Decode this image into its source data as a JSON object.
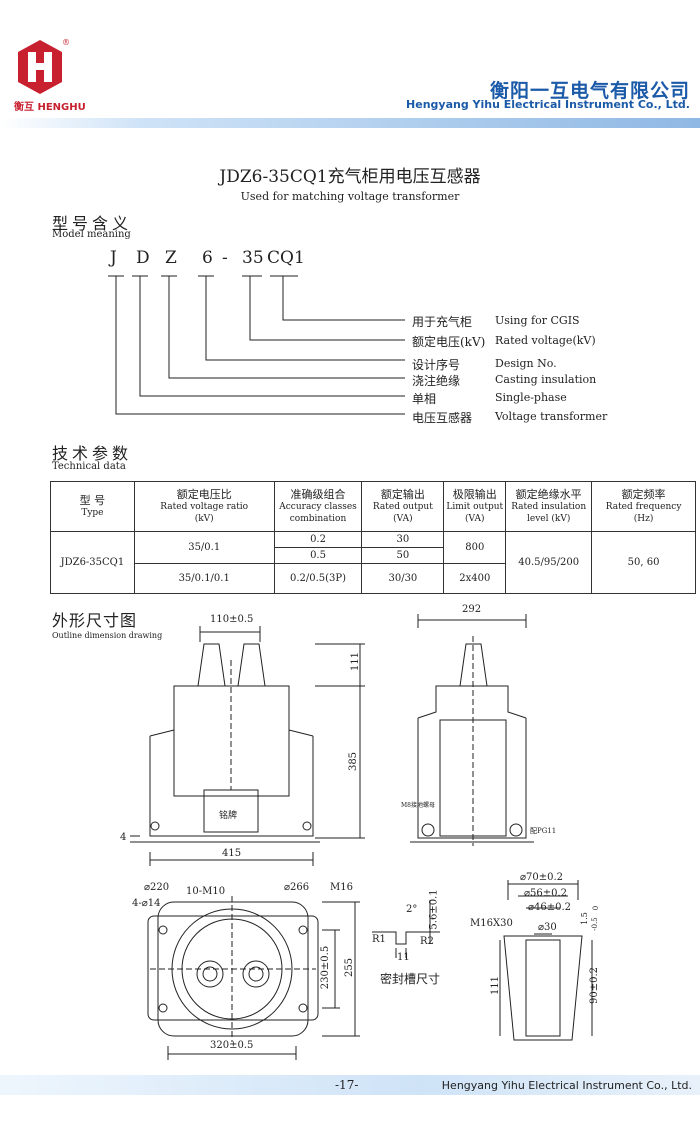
{
  "header": {
    "logo_text": "衡互 HENGHU",
    "logo_mark": "®",
    "company_cn": "衡阳一互电气有限公司",
    "company_en": "Hengyang Yihu Electrical Instrument Co., Ltd."
  },
  "title": {
    "main": "JDZ6-35CQ1充气柜用电压互感器",
    "sub": "Used for matching voltage transformer"
  },
  "model_meaning": {
    "heading_cn": "型号含义",
    "heading_en": "Model meaning",
    "code": [
      "J",
      "D",
      "Z",
      "6",
      "-",
      "35",
      "CQ1"
    ],
    "legend": [
      {
        "cn": "用于充气柜",
        "en": "Using for CGIS"
      },
      {
        "cn": "额定电压(kV)",
        "en": "Rated voltage(kV)"
      },
      {
        "cn": "设计序号",
        "en": "Design No."
      },
      {
        "cn": "浇注绝缘",
        "en": "Casting insulation"
      },
      {
        "cn": "单相",
        "en": "Single-phase"
      },
      {
        "cn": "电压互感器",
        "en": "Voltage transformer"
      }
    ]
  },
  "technical_data": {
    "heading_cn": "技术参数",
    "heading_en": "Technical data",
    "headers": [
      {
        "cn": "型 号",
        "en": "Type",
        "unit": ""
      },
      {
        "cn": "额定电压比",
        "en": "Rated voltage ratio",
        "unit": "(kV)"
      },
      {
        "cn": "准确级组合",
        "en": "Accuracy classes",
        "unit": "combination"
      },
      {
        "cn": "额定输出",
        "en": "Rated output",
        "unit": "(VA)"
      },
      {
        "cn": "极限输出",
        "en": "Limit output",
        "unit": "(VA)"
      },
      {
        "cn": "额定绝缘水平",
        "en": "Rated insulation",
        "unit": "level (kV)"
      },
      {
        "cn": "额定频率",
        "en": "Rated frequency",
        "unit": "(Hz)"
      }
    ],
    "type": "JDZ6-35CQ1",
    "ratio1": "35/0.1",
    "ratio2": "35/0.1/0.1",
    "acc1": "0.2",
    "acc2": "0.5",
    "acc3": "0.2/0.5(3P)",
    "out1": "30",
    "out2": "50",
    "out3": "30/30",
    "limit1": "800",
    "limit2": "2x400",
    "insulation": "40.5/95/200",
    "frequency": "50, 60"
  },
  "outline": {
    "heading_cn": "外形尺寸图",
    "heading_en": "Outline dimension drawing",
    "front": {
      "top_width": "110±0.5",
      "height_top": "111",
      "height_body": "385",
      "base": "4",
      "width": "415",
      "nameplate": "铭牌"
    },
    "side": {
      "width": "292",
      "ground": "M8接地螺母",
      "pg": "配PG11"
    },
    "plan": {
      "d220": "⌀220",
      "holes": "4-⌀14",
      "m10": "10-M10",
      "d266": "⌀266",
      "m16": "M16",
      "w": "230±0.5",
      "h": "255",
      "bottom": "320±0.5"
    },
    "seal": {
      "angle": "2°",
      "depth": "5.6±0.1",
      "r1": "R1",
      "r2": "R2",
      "w": "11",
      "label": "密封槽尺寸"
    },
    "bushing": {
      "d70": "⌀70±0.2",
      "d56": "⌀56±0.2",
      "d46": "⌀46±0.2",
      "thread": "M16X30",
      "d30": "⌀30",
      "tol": "1.5",
      "tol_up": "0",
      "tol_dn": "-0.5",
      "h90": "90±0.2",
      "h111": "111"
    }
  },
  "footer": {
    "page": "-17-",
    "company_en": "Hengyang Yihu  Electrical  Instrument Co., Ltd."
  }
}
